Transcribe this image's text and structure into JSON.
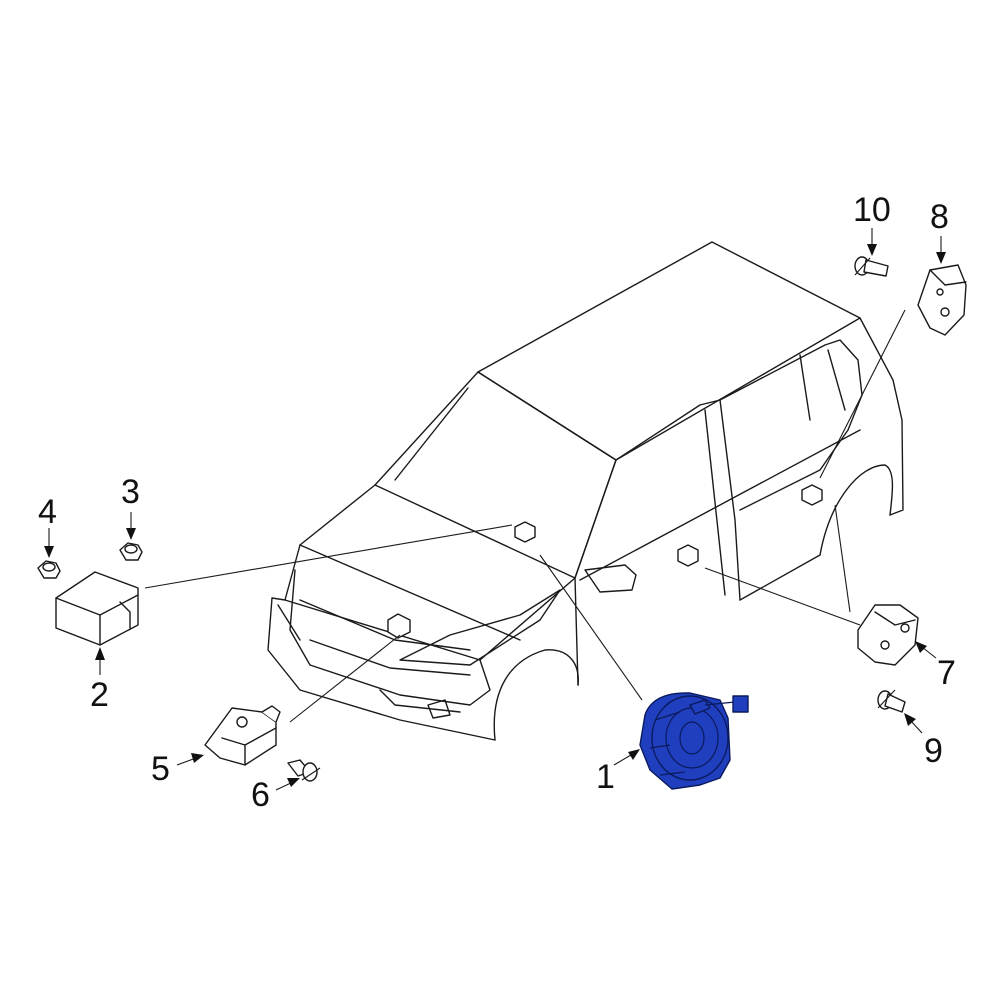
{
  "colors": {
    "highlight": "#1f3fbf",
    "line": "#1a1a1a",
    "background": "#ffffff"
  },
  "callouts": [
    {
      "id": "1",
      "label": "1"
    },
    {
      "id": "2",
      "label": "2"
    },
    {
      "id": "3",
      "label": "3"
    },
    {
      "id": "4",
      "label": "4"
    },
    {
      "id": "5",
      "label": "5"
    },
    {
      "id": "6",
      "label": "6"
    },
    {
      "id": "7",
      "label": "7"
    },
    {
      "id": "8",
      "label": "8"
    },
    {
      "id": "9",
      "label": "9"
    },
    {
      "id": "10",
      "label": "10"
    }
  ],
  "highlighted_part": "1"
}
